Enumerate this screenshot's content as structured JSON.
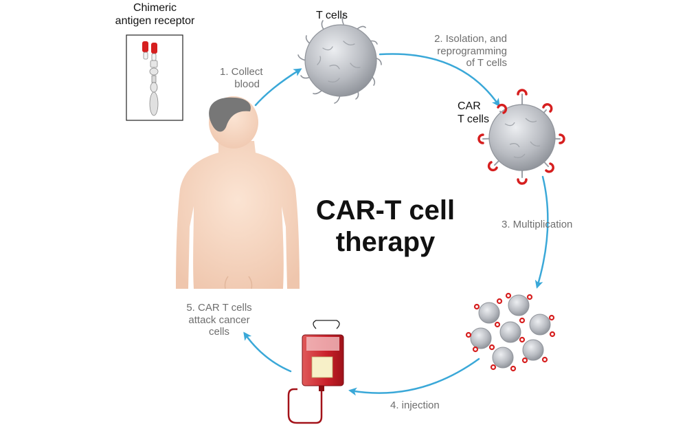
{
  "title": {
    "line1": "CAR-T cell",
    "line2": "therapy"
  },
  "car_diagram": {
    "line1": "Chimeric",
    "line2": "antigen receptor"
  },
  "t_cells": "T cells",
  "car_t_cells": {
    "line1": "CAR",
    "line2": "T cells"
  },
  "steps": {
    "collect": {
      "line1": "1. Collect",
      "line2": "blood"
    },
    "isolation": {
      "line1": "2. Isolation, and",
      "line2": "reprogramming",
      "line3": "of T cells"
    },
    "multiplication": "3. Multiplication",
    "injection": "4. injection",
    "attack": {
      "line1": "5. CAR T cells",
      "line2": "attack cancer",
      "line3": "cells"
    }
  },
  "colors": {
    "arrow": "#3aa8d8",
    "receptor_red": "#d61f1f",
    "cell_gray": "#b9bcc2",
    "skin": "#f5d7c2",
    "hair": "#777777",
    "blood_bag": "#c9202a"
  }
}
